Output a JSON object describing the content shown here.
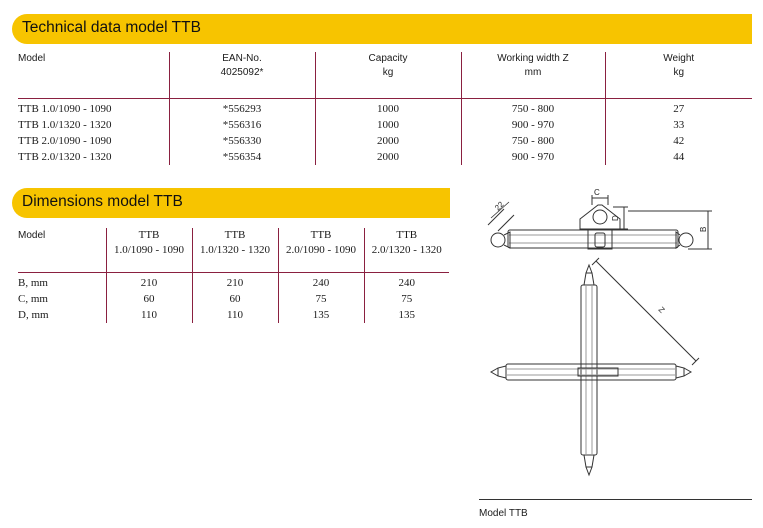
{
  "tech": {
    "title": "Technical data model TTB",
    "headers": {
      "model": "Model",
      "ean1": "EAN-No.",
      "ean2": "4025092*",
      "cap1": "Capacity",
      "cap2": "kg",
      "ww1": "Working width Z",
      "ww2": "mm",
      "wt1": "Weight",
      "wt2": "kg"
    },
    "rows": [
      {
        "model": "TTB 1.0/1090 - 1090",
        "ean": "*556293",
        "capacity": "1000",
        "width": "750 - 800",
        "weight": "27"
      },
      {
        "model": "TTB 1.0/1320 - 1320",
        "ean": "*556316",
        "capacity": "1000",
        "width": "900 - 970",
        "weight": "33"
      },
      {
        "model": "TTB 2.0/1090 - 1090",
        "ean": "*556330",
        "capacity": "2000",
        "width": "750 - 800",
        "weight": "42"
      },
      {
        "model": "TTB 2.0/1320 - 1320",
        "ean": "*556354",
        "capacity": "2000",
        "width": "900 - 970",
        "weight": "44"
      }
    ]
  },
  "dims": {
    "title": "Dimensions model TTB",
    "model_label": "Model",
    "columns": [
      {
        "a": "TTB",
        "b": "1.0/1090 - 1090"
      },
      {
        "a": "TTB",
        "b": "1.0/1320 - 1320"
      },
      {
        "a": "TTB",
        "b": "2.0/1090 - 1090"
      },
      {
        "a": "TTB",
        "b": "2.0/1320 - 1320"
      }
    ],
    "rows": [
      {
        "label": "B, mm",
        "values": [
          "210",
          "210",
          "240",
          "240"
        ]
      },
      {
        "label": "C, mm",
        "values": [
          "60",
          "60",
          "75",
          "75"
        ]
      },
      {
        "label": "D, mm",
        "values": [
          "110",
          "110",
          "135",
          "135"
        ]
      }
    ]
  },
  "drawing": {
    "label_c": "C",
    "label_d": "D",
    "label_b": "B",
    "label_22": "22",
    "label_z": "Z",
    "caption": "Model TTB"
  },
  "colors": {
    "banner": "#f7c400",
    "rule": "#8a2040"
  }
}
